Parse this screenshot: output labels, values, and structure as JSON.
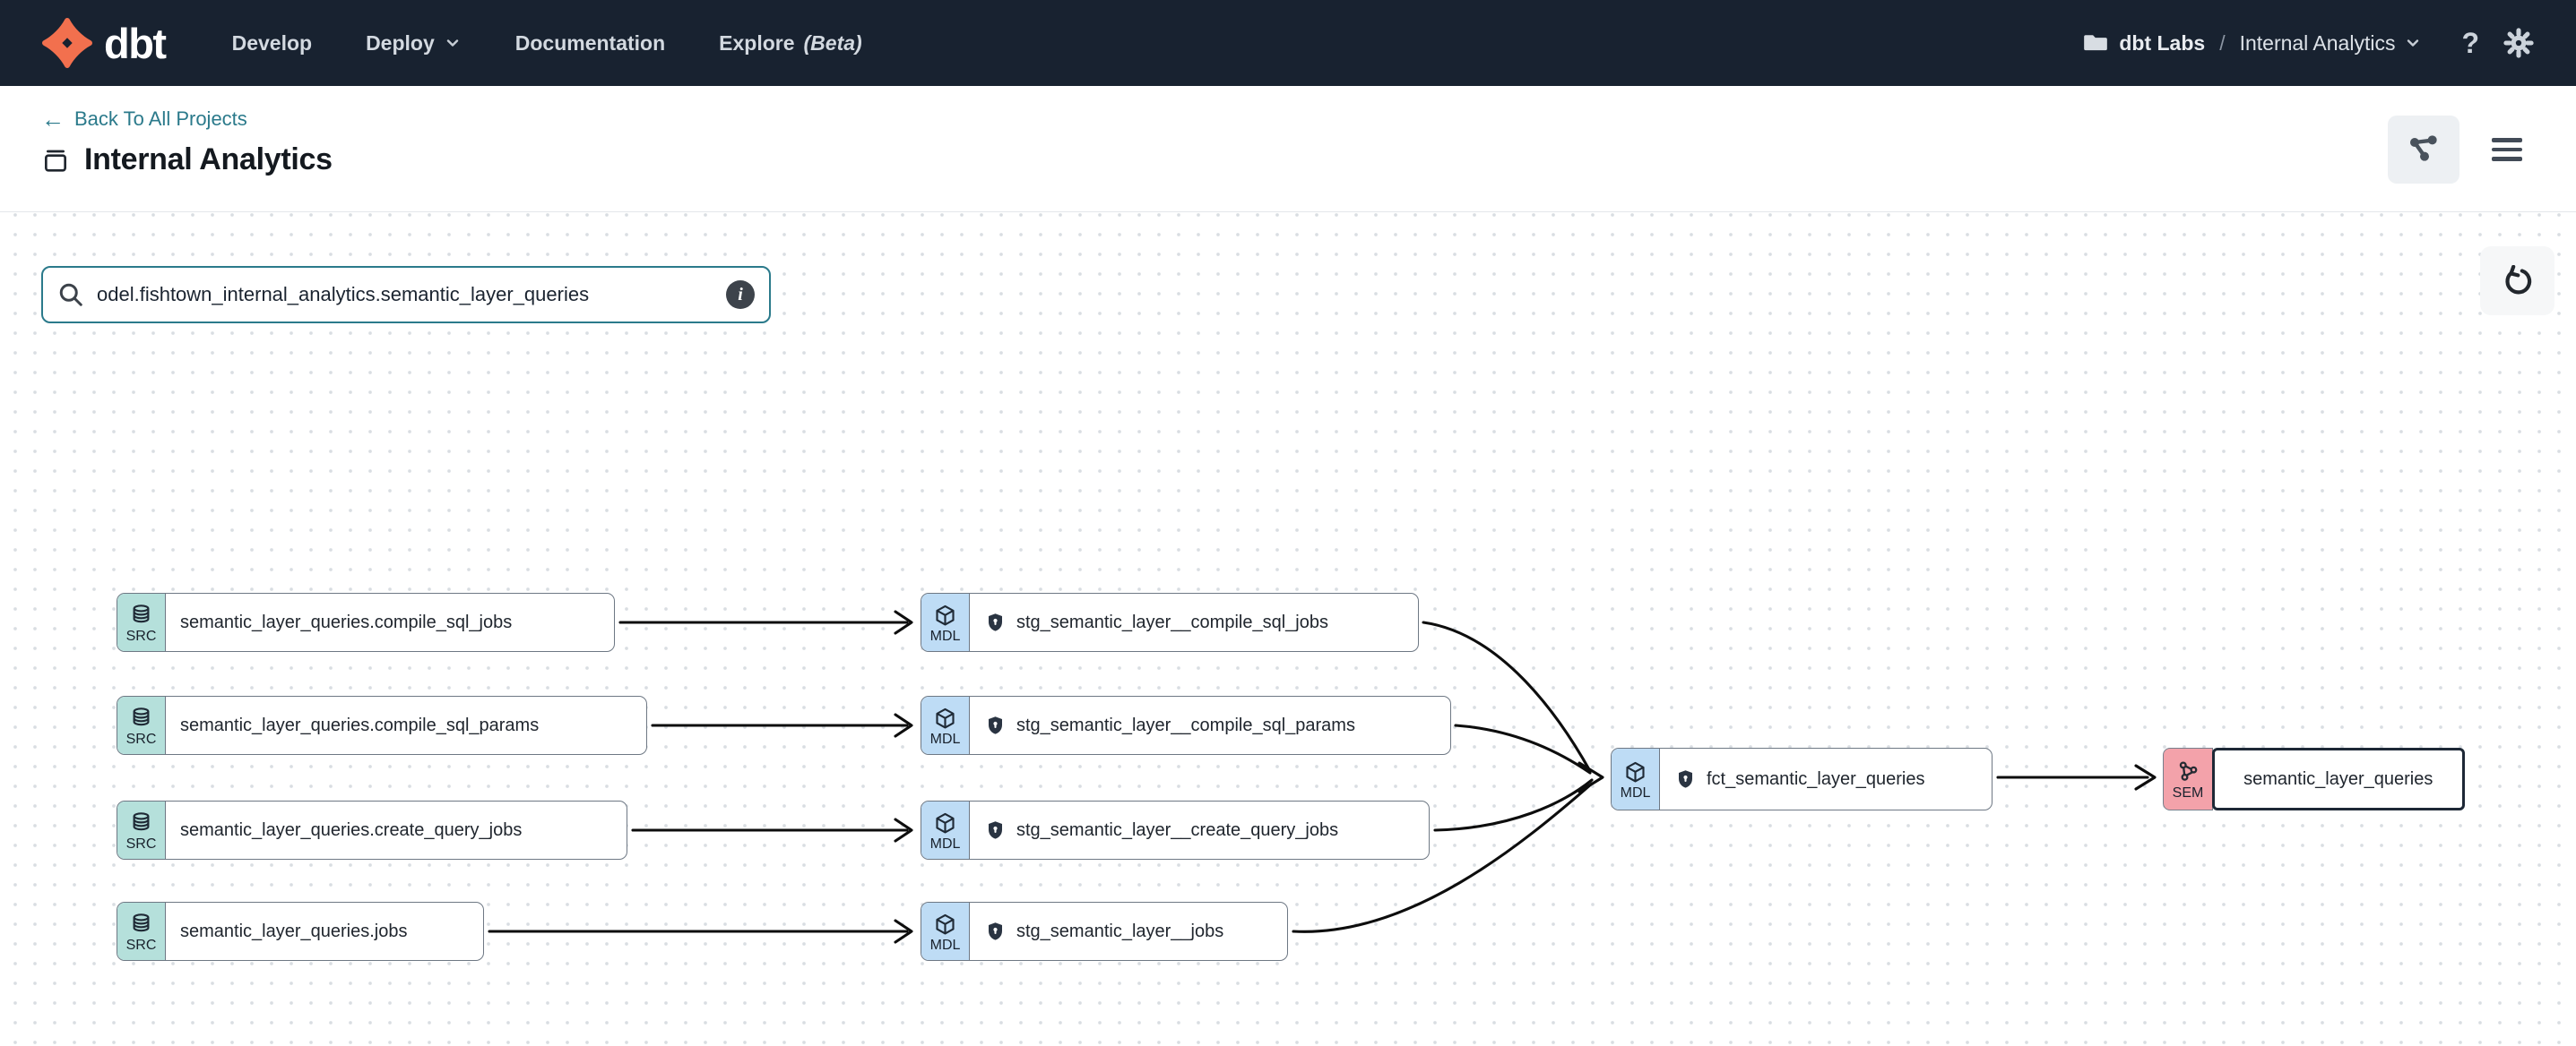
{
  "navbar": {
    "brand": "dbt",
    "menu": [
      {
        "label": "Develop"
      },
      {
        "label": "Deploy"
      },
      {
        "label": "Documentation"
      },
      {
        "label": "Explore",
        "beta": "(Beta)"
      }
    ],
    "account_name": "dbt Labs",
    "breadcrumb_separator": "/",
    "project_name": "Internal Analytics"
  },
  "header": {
    "back_link_label": "Back To All Projects",
    "title": "Internal Analytics"
  },
  "toolbar": {
    "search_value": "odel.fishtown_internal_analytics.semantic_layer_queries"
  },
  "graph": {
    "badge_labels": {
      "source": "SRC",
      "model": "MDL",
      "semantic": "SEM"
    },
    "sources": [
      {
        "label": "semantic_layer_queries.compile_sql_jobs"
      },
      {
        "label": "semantic_layer_queries.compile_sql_params"
      },
      {
        "label": "semantic_layer_queries.create_query_jobs"
      },
      {
        "label": "semantic_layer_queries.jobs"
      }
    ],
    "staging_models": [
      {
        "label": "stg_semantic_layer__compile_sql_jobs"
      },
      {
        "label": "stg_semantic_layer__compile_sql_params"
      },
      {
        "label": "stg_semantic_layer__create_query_jobs"
      },
      {
        "label": "stg_semantic_layer__jobs"
      }
    ],
    "fact_model": {
      "label": "fct_semantic_layer_queries"
    },
    "semantic_model": {
      "label": "semantic_layer_queries"
    }
  },
  "icons": {
    "back_arrow": "←",
    "help": "?",
    "info": "i"
  },
  "colors": {
    "navbar_bg": "#182230",
    "brand_orange": "#f2704e",
    "accent_teal": "#2b7a8b",
    "source_badge": "#b5e0db",
    "model_badge": "#bedcf5",
    "semantic_badge": "#f3a2aa",
    "edge": "#0d0d0d"
  }
}
